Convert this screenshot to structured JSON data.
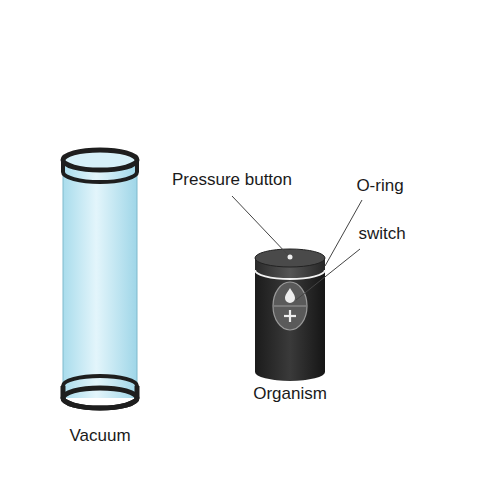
{
  "diagram": {
    "labels": [
      "Pressure button",
      "O-ring",
      "switch",
      "Vacuum",
      "Organism"
    ]
  }
}
